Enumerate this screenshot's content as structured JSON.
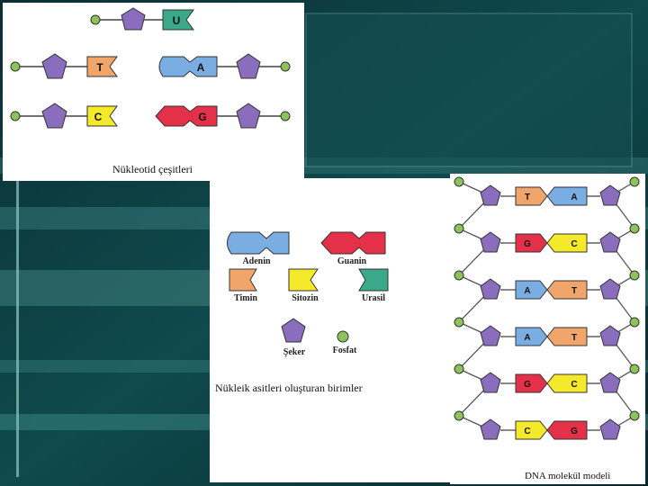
{
  "colors": {
    "sugar": "#8a6dbd",
    "phosphate": "#8cc45a",
    "adenine": "#7aaee3",
    "thymine": "#f2a56b",
    "guanine": "#e5304a",
    "cytosine": "#f4ea2a",
    "uracil": "#3aa98a"
  },
  "panel_nucleotides": {
    "caption": "Nükleotid çeşitleri",
    "bases": [
      "U",
      "T",
      "A",
      "C",
      "G"
    ]
  },
  "panel_units": {
    "caption": "Nükleik asitleri oluşturan birimler",
    "adenine": "Adenin",
    "guanine": "Guanin",
    "thymine": "Timin",
    "cytosine": "Sitozin",
    "uracil": "Urasil",
    "sugar": "Şeker",
    "phosphate": "Fosfat"
  },
  "panel_dna": {
    "caption": "DNA molekül modeli",
    "pairs": [
      [
        "T",
        "A"
      ],
      [
        "G",
        "C"
      ],
      [
        "A",
        "T"
      ],
      [
        "A",
        "T"
      ],
      [
        "G",
        "C"
      ],
      [
        "C",
        "G"
      ]
    ]
  }
}
